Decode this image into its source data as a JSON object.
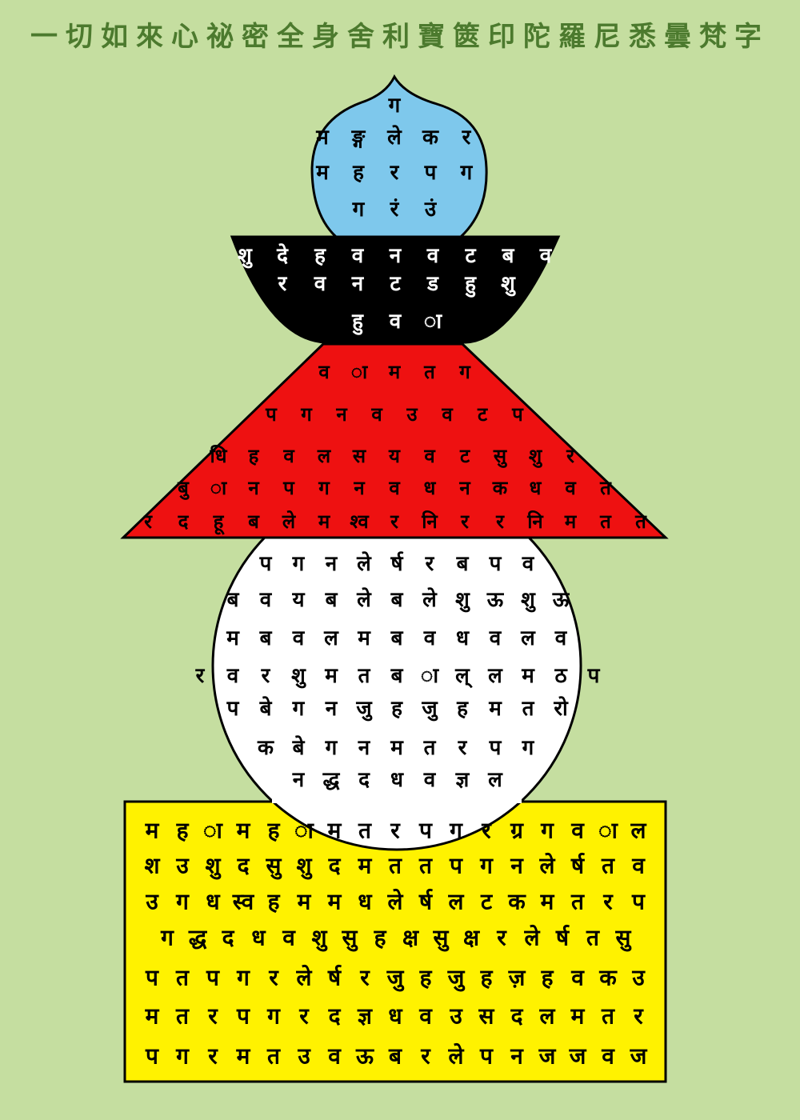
{
  "title": "一切如來心祕密全身舍利寶篋印陀羅尼悉曇梵字",
  "colors": {
    "background": "#c5dea0",
    "title": "#4c7a2e",
    "jewel": "#7ec8ec",
    "bowl": "#000000",
    "roof": "#ee1111",
    "dome": "#ffffff",
    "base": "#fff200",
    "outline": "#000000"
  },
  "sections": {
    "jewel": {
      "color": "jewel",
      "ink": "#000000",
      "rows": [
        [
          "ग"
        ],
        [
          "म",
          "ङ्ग",
          "ले",
          "क",
          "र"
        ],
        [
          "म",
          "ह",
          "र",
          "प",
          "ग"
        ],
        [
          "ग",
          "रं",
          "उं"
        ]
      ]
    },
    "bowl": {
      "color": "bowl",
      "ink": "#ffffff",
      "rows": [
        [
          "शु",
          "दे",
          "ह",
          "व",
          "न",
          "व",
          "ट",
          "ब",
          "व"
        ],
        [
          "र",
          "व",
          "न",
          "ट",
          "ड",
          "हु",
          "शु"
        ],
        [
          "हु",
          "व",
          "ा"
        ]
      ]
    },
    "roof": {
      "color": "roof",
      "ink": "#000000",
      "rows": [
        [
          "व",
          "ा",
          "म",
          "त",
          "ग"
        ],
        [
          "प",
          "ग",
          "न",
          "व",
          "उ",
          "व",
          "ट",
          "प"
        ],
        [
          "धि",
          "ह",
          "व",
          "ल",
          "स",
          "य",
          "व",
          "ट",
          "सु",
          "शु",
          "र"
        ],
        [
          "बु",
          "ा",
          "न",
          "प",
          "ग",
          "न",
          "व",
          "ध",
          "न",
          "क",
          "ध",
          "व",
          "त"
        ],
        [
          "र",
          "द",
          "हू",
          "ब",
          "ले",
          "म",
          "श्व",
          "र",
          "नि",
          "र",
          "र",
          "नि",
          "म",
          "त",
          "त"
        ]
      ]
    },
    "dome": {
      "color": "dome",
      "ink": "#000000",
      "rows": [
        [
          "प",
          "ग",
          "न",
          "ले",
          "र्ष",
          "र",
          "ब",
          "प",
          "व"
        ],
        [
          "ब",
          "व",
          "य",
          "ब",
          "ले",
          "ब",
          "ले",
          "शु",
          "ऊ",
          "शु",
          "ऊ"
        ],
        [
          "म",
          "ब",
          "व",
          "ल",
          "म",
          "ब",
          "व",
          "ध",
          "व",
          "ल",
          "व"
        ],
        [
          "र",
          "व",
          "र",
          "शु",
          "म",
          "त",
          "ब",
          "ा",
          "ल्",
          "ल",
          "म",
          "ठ",
          "प"
        ],
        [
          "प",
          "बे",
          "ग",
          "न",
          "जु",
          "ह",
          "जु",
          "ह",
          "म",
          "त",
          "रो"
        ],
        [
          "क",
          "बे",
          "ग",
          "न",
          "म",
          "त",
          "र",
          "प",
          "ग"
        ],
        [
          "न",
          "द्ध",
          "द",
          "ध",
          "व",
          "ज्ञ",
          "ल"
        ]
      ]
    },
    "base": {
      "color": "base",
      "ink": "#000000",
      "rows": [
        [
          "म",
          "ह",
          "ा",
          "म",
          "ह",
          "ा",
          "म",
          "त",
          "र",
          "प",
          "ग",
          "र",
          "ग्र",
          "ग",
          "व",
          "ा",
          "ल"
        ],
        [
          "श",
          "उ",
          "शु",
          "द",
          "सु",
          "शु",
          "द",
          "म",
          "त",
          "त",
          "प",
          "ग",
          "न",
          "ले",
          "र्ष",
          "त",
          "व"
        ],
        [
          "उ",
          "ग",
          "ध",
          "स्व",
          "ह",
          "म",
          "म",
          "ध",
          "ले",
          "र्ष",
          "ल",
          "ट",
          "क",
          "म",
          "त",
          "र",
          "प"
        ],
        [
          "ग",
          "द्ध",
          "द",
          "ध",
          "व",
          "शु",
          "सु",
          "ह",
          "क्ष",
          "सु",
          "क्ष",
          "र",
          "ले",
          "र्ष",
          "त",
          "सु"
        ],
        [
          "प",
          "त",
          "प",
          "ग",
          "र",
          "ले",
          "र्ष",
          "र",
          "जु",
          "ह",
          "जु",
          "ह",
          "ज़",
          "ह",
          "व",
          "क",
          "उ"
        ],
        [
          "म",
          "त",
          "र",
          "प",
          "ग",
          "र",
          "द",
          "ज्ञ",
          "ध",
          "व",
          "उ",
          "स",
          "द",
          "ल",
          "म",
          "त",
          "र"
        ],
        [
          "प",
          "ग",
          "र",
          "म",
          "त",
          "उ",
          "व",
          "ऊ",
          "ब",
          "र",
          "ले",
          "प",
          "न",
          "ज",
          "ज",
          "व",
          "ज"
        ]
      ]
    }
  }
}
